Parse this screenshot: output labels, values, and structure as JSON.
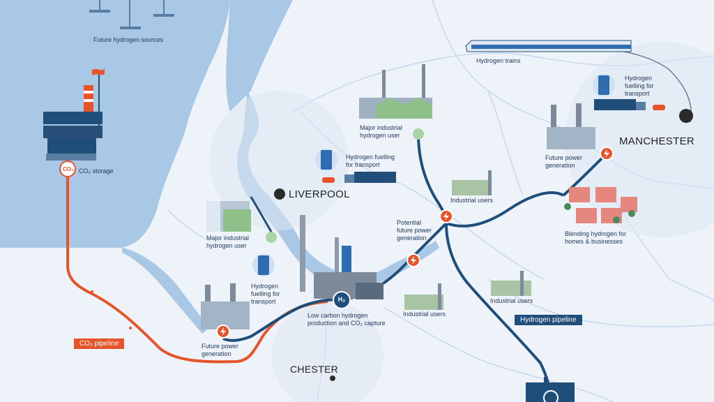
{
  "colors": {
    "sea": "#a9c8e6",
    "land": "#eef3fa",
    "co2_pipeline": "#e8542a",
    "h2_pipeline": "#1f4e7a",
    "city_dot": "#2b2b2b",
    "label_text": "#1d3557"
  },
  "cities": {
    "liverpool": "LIVERPOOL",
    "manchester": "MANCHESTER",
    "chester": "CHESTER"
  },
  "labels": {
    "future_hydrogen_sources": "Future hydrogen sources",
    "co2_storage": "CO₂ storage",
    "co2_badge": "CO₂",
    "hydrogen_trains": "Hydrogen trains",
    "fuelling_manchester": "Hydrogen\nfuelling for\ntransport",
    "major_industrial_north": "Major industrial\nhydrogen user",
    "fuelling_liverpool": "Hydrogen fuelling\nfor transport",
    "future_power_manchester": "Future power\ngeneration",
    "industrial_users_north": "Industrial users",
    "blending": "Blending hydrogen for\nhomes & businesses",
    "potential_power": "Potential\nfuture power\ngeneration",
    "major_industrial_wirral": "Major industrial\nhydrogen user",
    "fuelling_wirral": "Hydrogen\nfuelling for\ntransport",
    "low_carbon": "Low carbon hydrogen\nproduction and CO₂ capture",
    "h2_badge": "H₂",
    "industrial_users_mid": "Industrial users",
    "industrial_users_east": "Industrial users",
    "future_power_south": "Future power\ngeneration"
  },
  "legend": {
    "co2_pipeline": "CO₂ pipeline",
    "hydrogen_pipeline": "Hydrogen pipeline"
  },
  "icons": {
    "power": "lightning-bolt-icon",
    "fuel_pump": "fuel-pump-icon",
    "wind": "wind-turbine-icon",
    "rig": "offshore-platform-icon",
    "train": "train-icon",
    "truck": "truck-icon",
    "factory": "factory-icon",
    "house": "house-icon",
    "power_station": "power-station-icon"
  }
}
